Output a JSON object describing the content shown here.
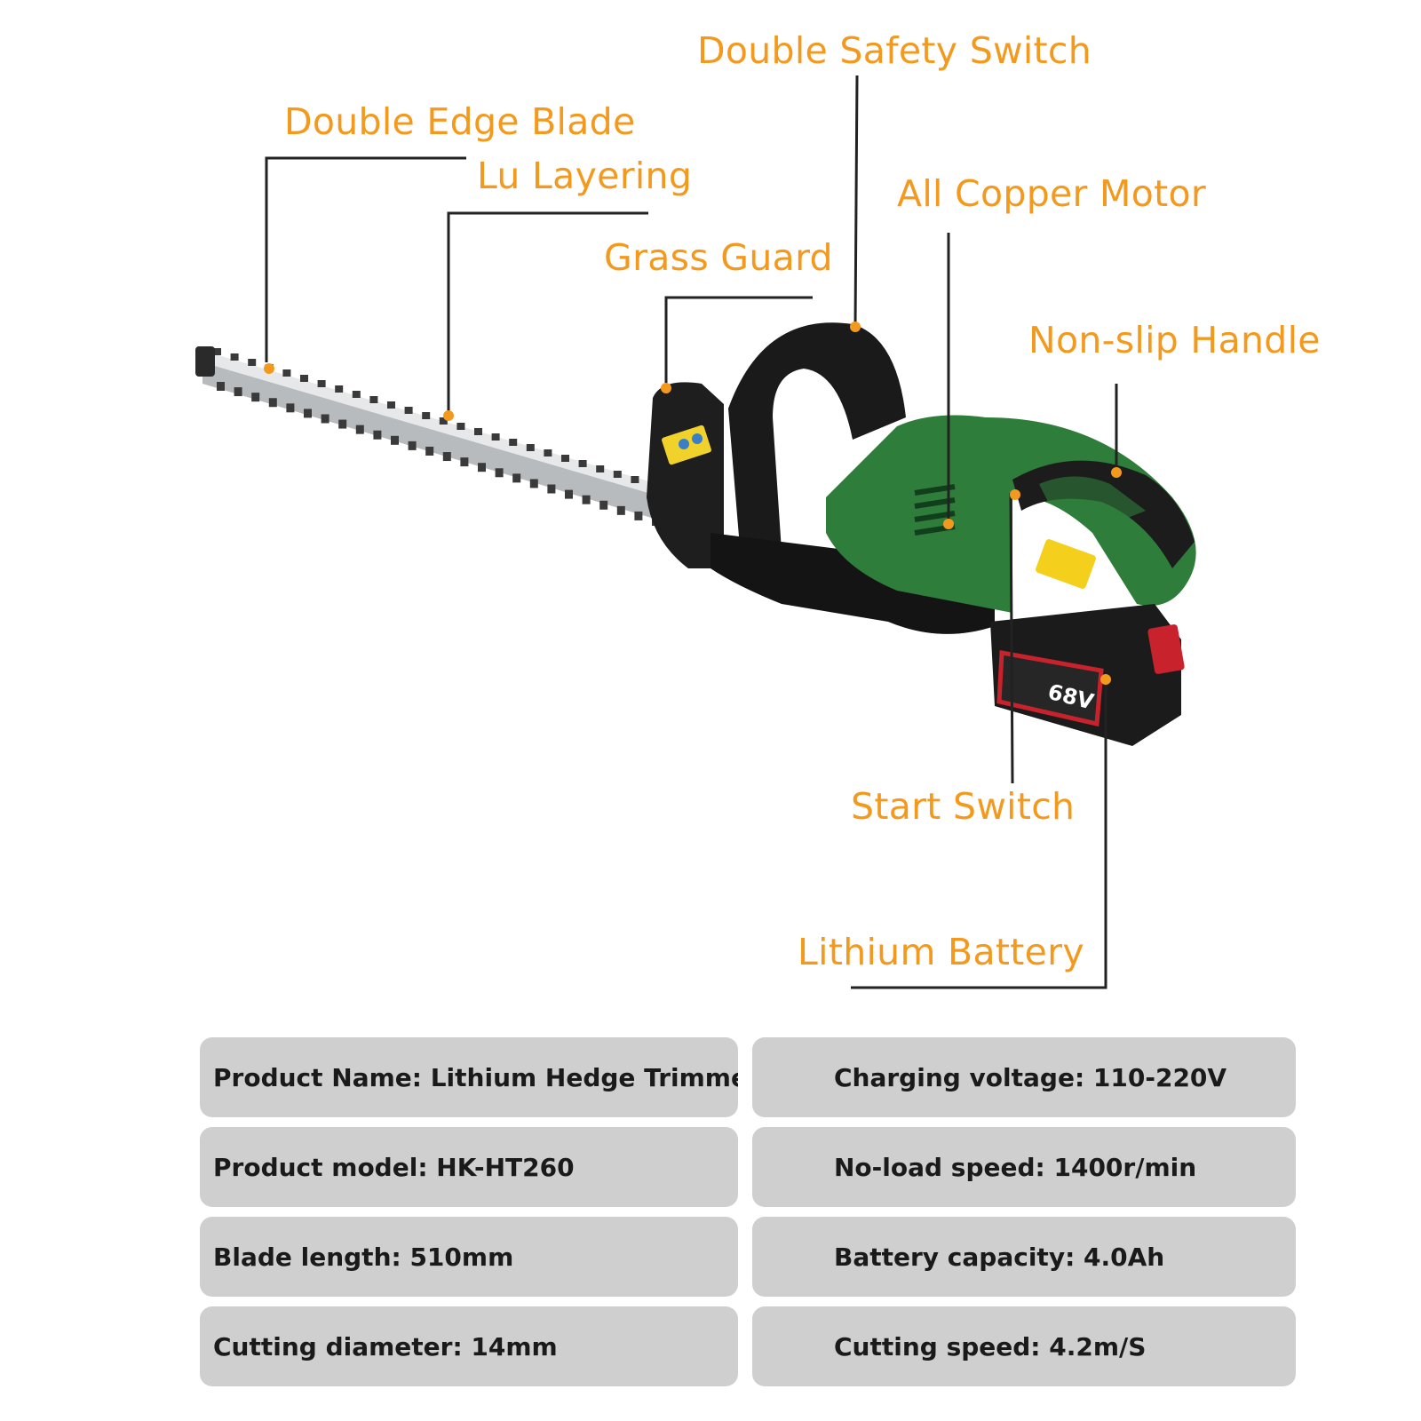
{
  "callouts": {
    "double_safety_switch": "Double Safety Switch",
    "double_edge_blade": "Double Edge Blade",
    "lu_layering": "Lu Layering",
    "all_copper_motor": "All Copper Motor",
    "grass_guard": "Grass Guard",
    "non_slip_handle": "Non-slip Handle",
    "start_switch": "Start Switch",
    "lithium_battery": "Lithium Battery"
  },
  "battery": {
    "voltage_label": "68V"
  },
  "specs": {
    "left": [
      "Product Name: Lithium Hedge Trimmer",
      "Product model: HK-HT260",
      "Blade length: 510mm",
      "Cutting diameter: 14mm"
    ],
    "right": [
      "Charging voltage: 110-220V",
      "No-load speed: 1400r/min",
      "Battery capacity: 4.0Ah",
      "Cutting speed: 4.2m/S"
    ]
  },
  "colors": {
    "accent": "#f39a1e",
    "body_green": "#2f7d3a",
    "housing_black": "#1c1c1c",
    "battery_red": "#c8232c",
    "spec_background": "#cfcfcf"
  }
}
